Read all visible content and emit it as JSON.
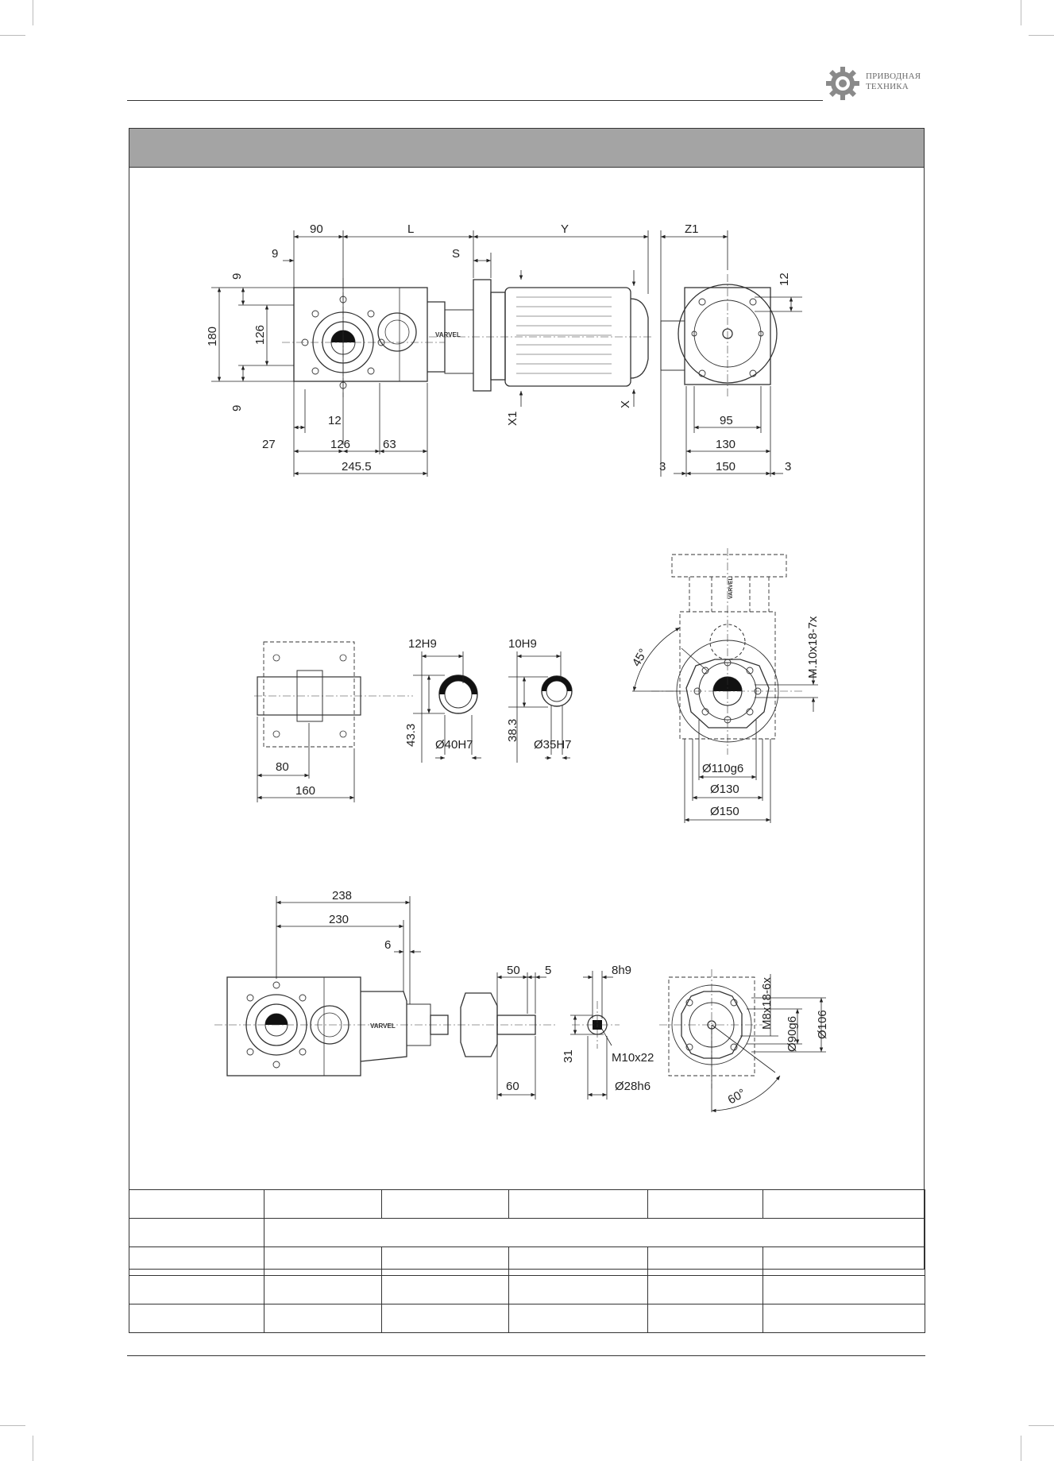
{
  "logo": {
    "line1": "ПРИВОДНАЯ",
    "line2": "ТЕХНИКА",
    "icon": "gear-icon",
    "color": "#8a8a8a"
  },
  "title_bar": {
    "text": "",
    "color": "#a4a4a4"
  },
  "view_top": {
    "brand": "VARVEL",
    "dims": {
      "d90": "90",
      "dL": "L",
      "dY": "Y",
      "dZ1": "Z1",
      "d9a": "9",
      "dS": "S",
      "d9b": "9",
      "d180": "180",
      "d126v": "126",
      "d9c": "9",
      "d12top": "12",
      "dX1": "X1",
      "dX": "X",
      "d12": "12",
      "d27": "27",
      "d126": "126",
      "d63": "63",
      "d2455": "245.5",
      "d95": "95",
      "d130": "130",
      "d3a": "3",
      "d150": "150",
      "d3b": "3"
    }
  },
  "view_middle": {
    "brand": "VARVEL",
    "dims": {
      "d80": "80",
      "d160": "160",
      "d12H9": "12H9",
      "d433": "43.3",
      "dO40": "Ø40H7",
      "d10H9": "10H9",
      "d383": "38.3",
      "dO35": "Ø35H7",
      "d45": "45°",
      "dM10": "M.10x18-7x",
      "dO110": "Ø110g6",
      "dO130": "Ø130",
      "dO150": "Ø150"
    }
  },
  "view_bottom": {
    "brand": "VARVEL",
    "dims": {
      "d238": "238",
      "d230": "230",
      "d6": "6",
      "d50": "50",
      "d5": "5",
      "d60": "60",
      "d8h9": "8h9",
      "d31": "31",
      "dM10x22": "M10x22",
      "dO28": "Ø28h6",
      "dM8": "M8x18-6x",
      "dO90": "Ø90g6",
      "dO106": "Ø106",
      "d60deg": "60°"
    }
  },
  "table": {
    "rows": [
      [
        "",
        "",
        "",
        "",
        "",
        ""
      ],
      [
        "",
        ""
      ],
      [
        "",
        "",
        "",
        "",
        "",
        ""
      ],
      [
        "",
        "",
        "",
        "",
        "",
        ""
      ],
      [
        "",
        "",
        "",
        "",
        "",
        ""
      ]
    ]
  }
}
